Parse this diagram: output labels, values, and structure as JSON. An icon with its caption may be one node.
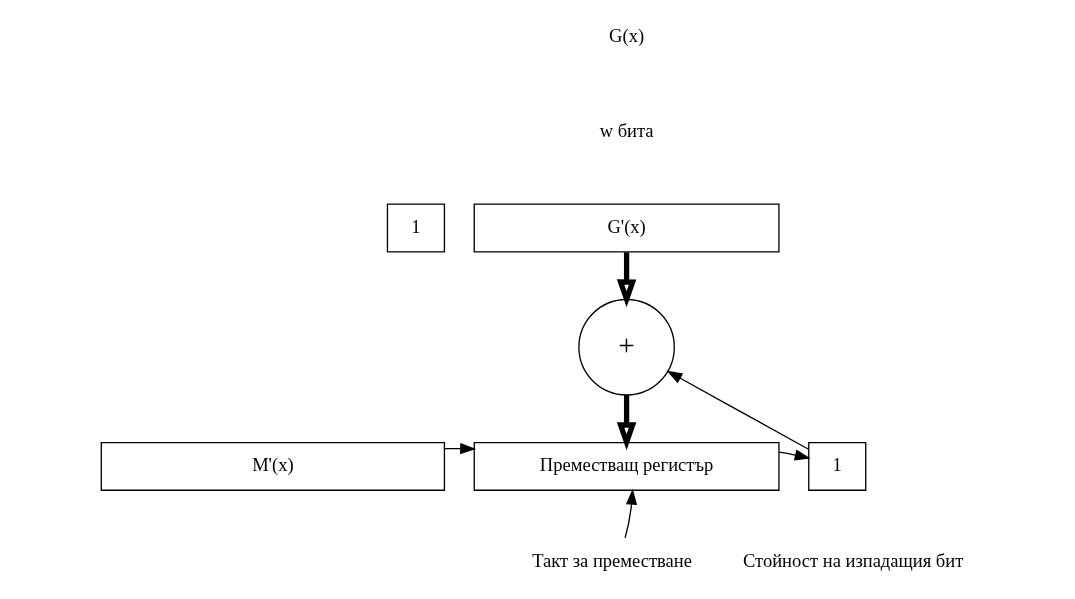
{
  "diagram": {
    "nodes": [
      {
        "text": [
          "1"
        ]
      },
      {
        "text": [
          "G'(x)"
        ]
      },
      {
        "text": [
          "+"
        ]
      },
      {
        "text": [
          "1"
        ],
        "beside": [
          "Стойност на изпадащия бит"
        ]
      },
      {
        "text": [
          "Преместващ регистър"
        ]
      },
      {
        "text": [
          "M'(x)"
        ]
      },
      {
        "text": [
          "Такт за преместване"
        ]
      }
    ],
    "edges": [
      {
        "from": 1,
        "to": 2,
        "arrow": "to",
        "style": "thick"
      },
      {
        "from": 3,
        "to": 2,
        "arrow": "to"
      },
      {
        "from": 2,
        "to": 4,
        "arrow": "to",
        "style": "thick"
      },
      {
        "from": 4,
        "to": 3,
        "arrow": "to"
      },
      {
        "from": 5,
        "to": 4,
        "arrow": "to"
      },
      {
        "from": 6,
        "to": 4,
        "arrow": "to"
      }
    ],
    "labels": [
      "G(x)",
      "w бита"
    ]
  }
}
